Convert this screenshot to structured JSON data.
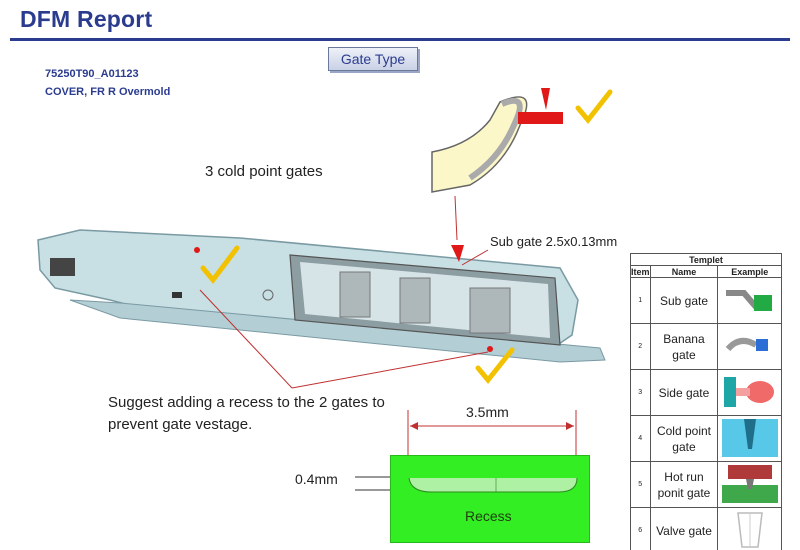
{
  "header": {
    "title": "DFM Report"
  },
  "badge": {
    "label": "Gate Type"
  },
  "part": {
    "number": "75250T90_A01123",
    "name": "COVER, FR R Overmold"
  },
  "annotations": {
    "cold_gates": "3 cold point gates",
    "sub_gate": "Sub gate 2.5x0.13mm",
    "suggestion_line1": "Suggest adding a recess to the 2 gates to",
    "suggestion_line2": "prevent gate vestage.",
    "width_dim": "3.5mm",
    "depth_dim": "0.4mm",
    "recess_label": "Recess"
  },
  "templet": {
    "caption": "Templet",
    "headers": [
      "Item",
      "Name",
      "Example"
    ],
    "rows": [
      {
        "num": "1",
        "name": "Sub gate"
      },
      {
        "num": "2",
        "name": "Banana gate"
      },
      {
        "num": "3",
        "name": "Side gate"
      },
      {
        "num": "4",
        "name": "Cold point gate"
      },
      {
        "num": "5",
        "name": "Hot run ponit gate"
      },
      {
        "num": "6",
        "name": "Valve gate"
      }
    ]
  },
  "colors": {
    "brand": "#2b3c8f",
    "check": "#f2c200",
    "gate": "#e01818",
    "recess": "#33ee22",
    "part": "#c8dfe4"
  },
  "icons": [
    "check-icon",
    "gate-marker-icon",
    "arrow-icon"
  ]
}
